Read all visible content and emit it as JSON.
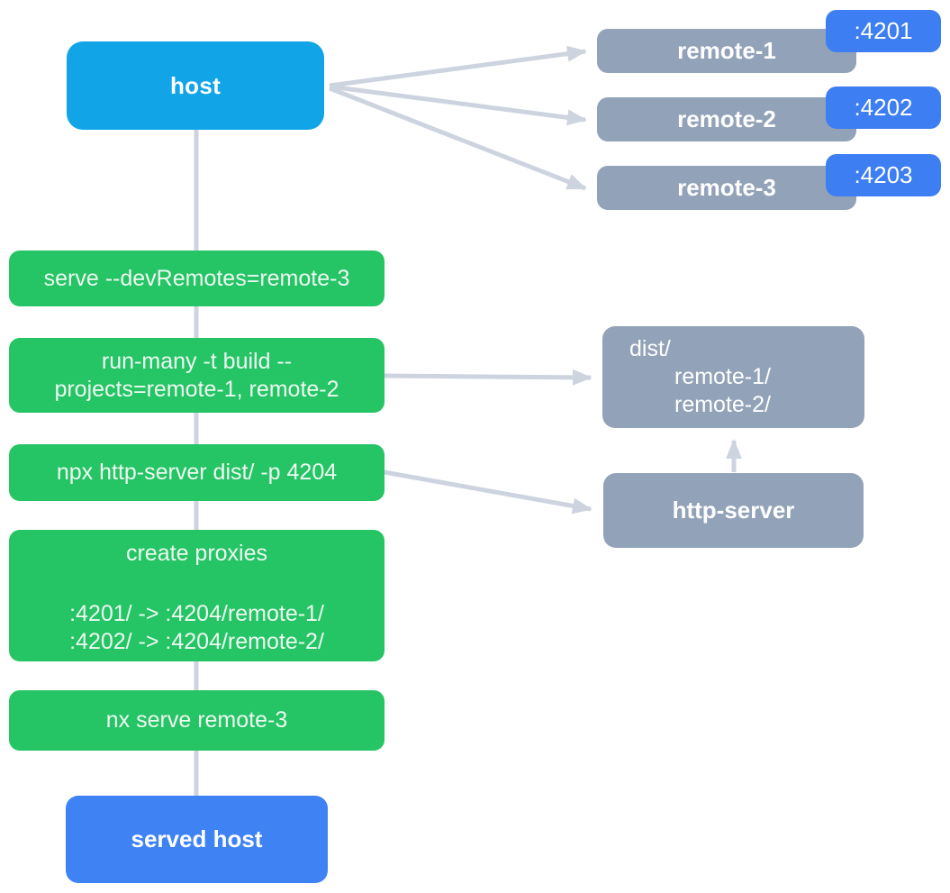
{
  "colors": {
    "host_blue": "#11a5e8",
    "slate": "#92a2b8",
    "badge_blue": "#3d7ef2",
    "green": "#25c464",
    "royal_blue": "#3e82f4",
    "connector": "#cdd4e0",
    "text_white": "#ffffff",
    "green_text": "#edf9f2"
  },
  "host": {
    "label": "host"
  },
  "remotes": [
    {
      "label": "remote-1",
      "port": ":4201"
    },
    {
      "label": "remote-2",
      "port": ":4202"
    },
    {
      "label": "remote-3",
      "port": ":4203"
    }
  ],
  "steps": [
    {
      "label": "serve --devRemotes=remote-3"
    },
    {
      "lines": [
        "run-many -t build --",
        "projects=remote-1, remote-2"
      ]
    },
    {
      "label": "npx http-server dist/ -p 4204"
    },
    {
      "title": "create proxies",
      "lines": [
        ":4201/ -> :4204/remote-1/",
        ":4202/ -> :4204/remote-2/"
      ]
    },
    {
      "label": "nx serve remote-3"
    }
  ],
  "dist": {
    "lines": [
      "dist/",
      "remote-1/",
      "remote-2/"
    ]
  },
  "http_server": {
    "label": "http-server"
  },
  "served_host": {
    "label": "served host"
  },
  "edges": [
    {
      "from": "host",
      "to": "remote-1"
    },
    {
      "from": "host",
      "to": "remote-2"
    },
    {
      "from": "host",
      "to": "remote-3"
    },
    {
      "from": "host",
      "to": "served host",
      "via": "command steps"
    },
    {
      "from": "run-many -t build",
      "to": "dist/"
    },
    {
      "from": "npx http-server",
      "to": "http-server"
    },
    {
      "from": "http-server",
      "to": "dist/"
    }
  ]
}
